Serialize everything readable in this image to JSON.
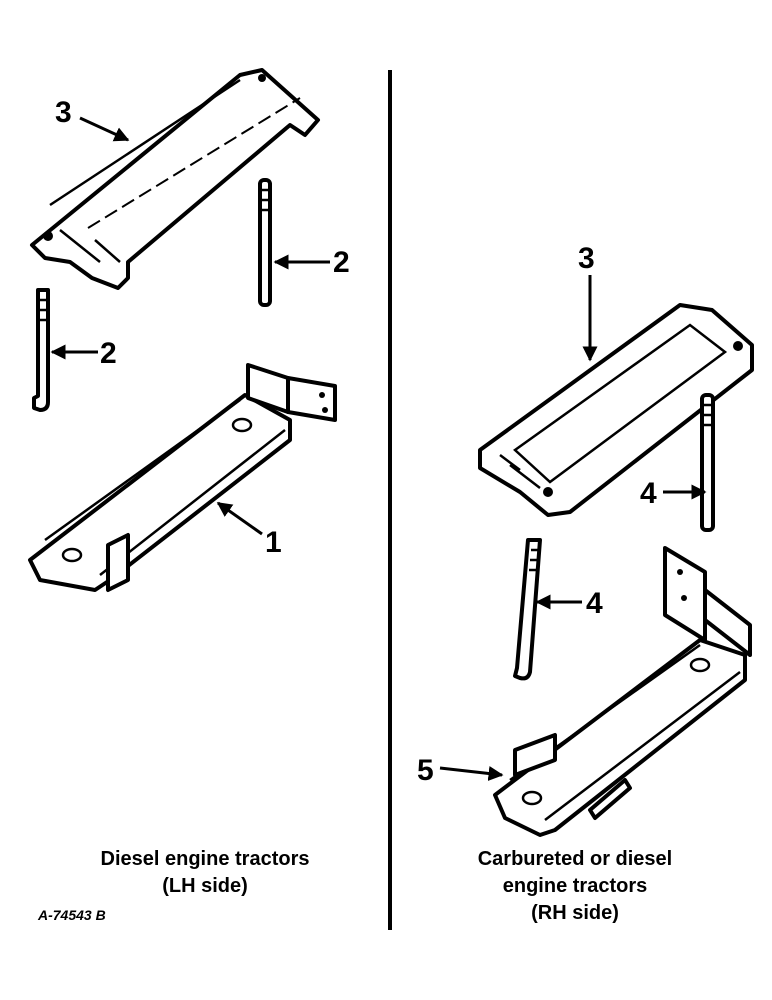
{
  "callouts": {
    "lh_cover": "3",
    "lh_bolt_right": "2",
    "lh_bolt_left": "2",
    "lh_bracket": "1",
    "rh_cover": "3",
    "rh_bolt_right": "4",
    "rh_bolt_left": "4",
    "rh_bracket": "5"
  },
  "captions": {
    "left": [
      "Diesel engine tractors",
      "(LH side)"
    ],
    "right": [
      "Carbureted or diesel",
      "engine tractors",
      "(RH side)"
    ]
  },
  "reference": "A-74543 B"
}
